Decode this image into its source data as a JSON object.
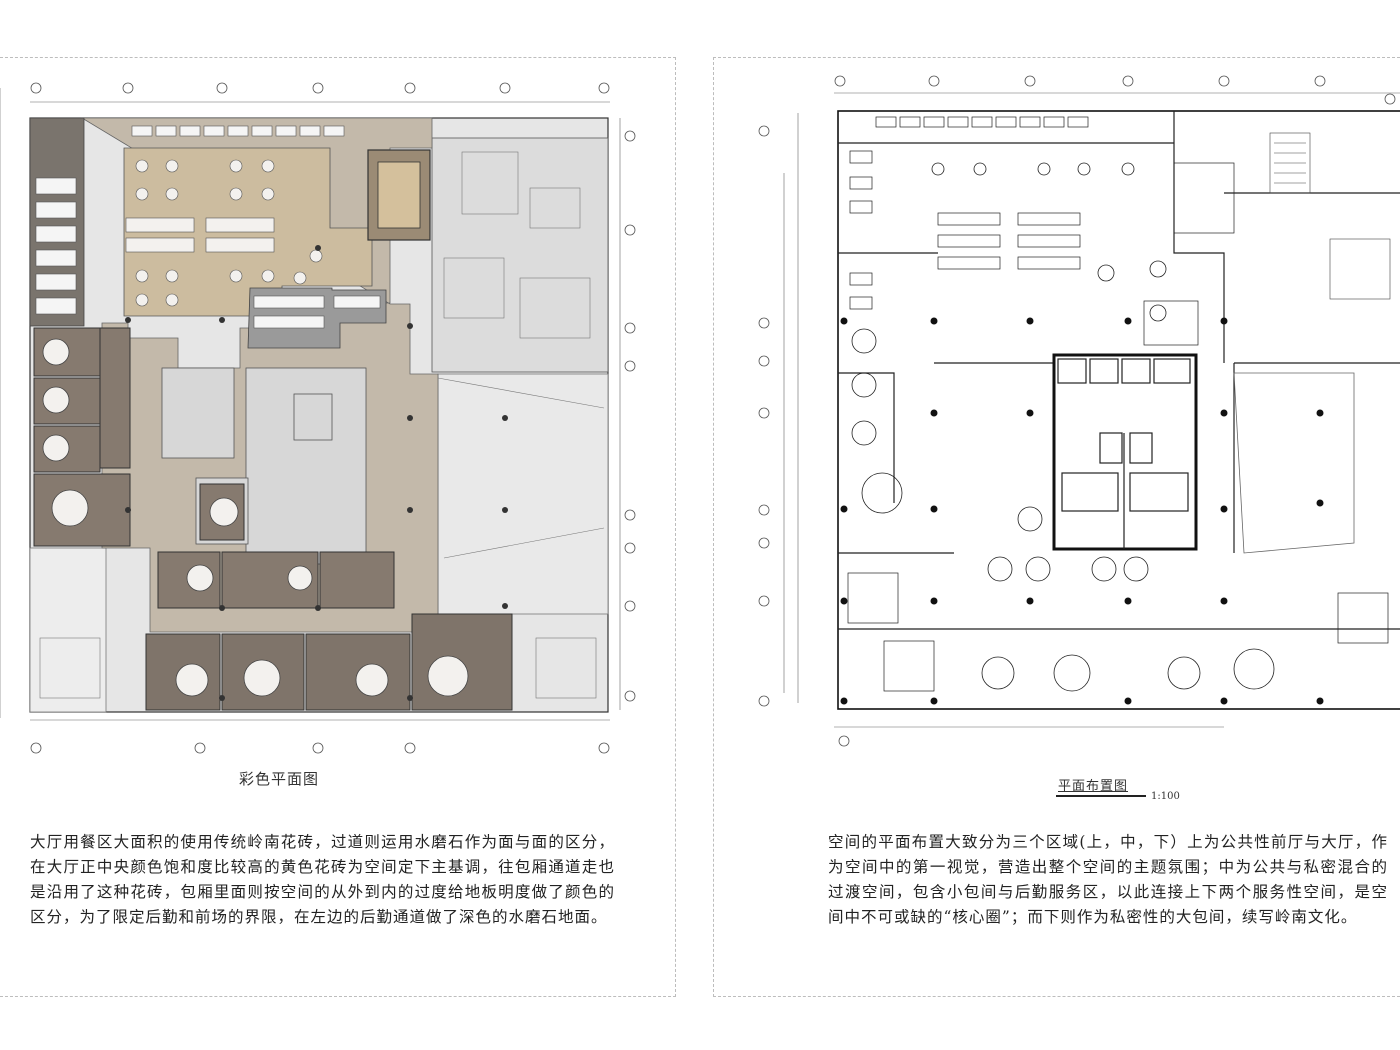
{
  "left_panel": {
    "caption": "彩色平面图",
    "description": "大厅用餐区大面积的使用传统岭南花砖，过道则运用水磨石作为面与面的区分，在大厅正中央颜色饱和度比较高的黄色花砖为空间定下主基调，往包厢通道走也是沿用了这种花砖，包厢里面则按空间的从外到内的过度给地板明度做了颜色的区分，为了限定后勤和前场的界限，在左边的后勤通道做了深色的水磨石地面。"
  },
  "right_panel": {
    "caption": "平面布置图",
    "scale": "1:100",
    "description": "空间的平面布置大致分为三个区域(上，中，下）上为公共性前厅与大厅，作为空间中的第一视觉，营造出整个空间的主题氛围；中为公共与私密混合的过渡空间，包含小包间与后勤服务区，以此连接上下两个服务性空间，是空间中不可或缺的“核心圈”；而下则作为私密性的大包间，续写岭南文化。"
  },
  "colors": {
    "beige_tile": "#cbbb9f",
    "terrazzo": "#bfb6a8",
    "private_room": "#857a6f",
    "dark_terrazzo": "#6f6862",
    "back_of_house": "#e3e3e3",
    "line": "#333333"
  }
}
